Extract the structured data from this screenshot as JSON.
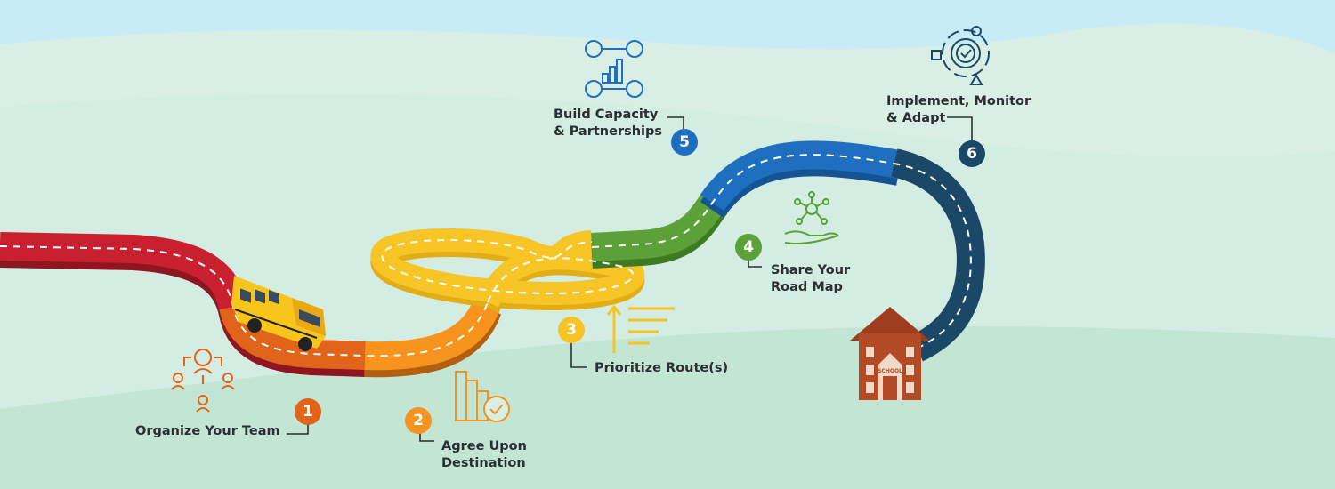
{
  "colors": {
    "sky": "#c7ecf6",
    "hill_far": "#d6eee4",
    "hill_near": "#bfe6d2",
    "road_red": "#c8202e",
    "road_orange_dark": "#e0641a",
    "road_orange": "#f6941d",
    "road_yellow": "#f8c526",
    "road_green": "#5ca137",
    "road_blue": "#1f6fc0",
    "road_navy": "#1c4867",
    "school": "#b34a26"
  },
  "steps": [
    {
      "number": "1",
      "label": "Organize Your Team",
      "color": "#e0641a",
      "icon": "team-hierarchy-icon"
    },
    {
      "number": "2",
      "label": "Agree Upon\nDestination",
      "color": "#f39321",
      "icon": "destination-check-icon"
    },
    {
      "number": "3",
      "label": "Prioritize Route(s)",
      "color": "#f7c325",
      "icon": "priority-arrow-icon"
    },
    {
      "number": "4",
      "label": "Share Your\nRoad Map",
      "color": "#5ca137",
      "icon": "network-hand-icon"
    },
    {
      "number": "5",
      "label": "Build Capacity\n& Partnerships",
      "color": "#1f6fc0",
      "icon": "partnership-network-icon"
    },
    {
      "number": "6",
      "label": "Implement, Monitor\n& Adapt",
      "color": "#1c4867",
      "icon": "cycle-gear-icon"
    }
  ],
  "bus": {
    "icon": "school-bus-icon"
  },
  "school": {
    "sign": "SCHOOL",
    "icon": "school-building-icon"
  }
}
